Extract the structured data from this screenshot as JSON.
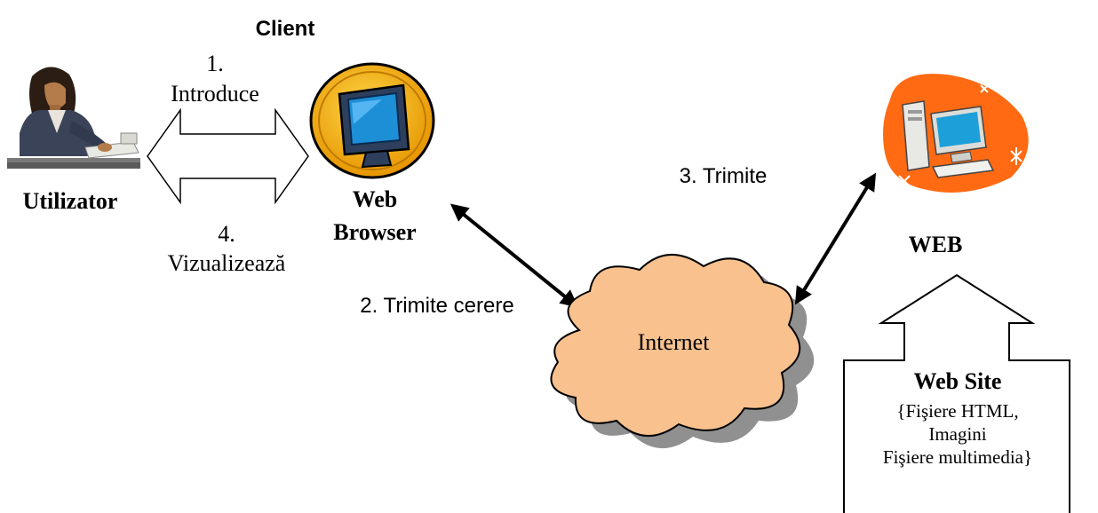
{
  "colors": {
    "cloud_fill": "#f8c18e",
    "cloud_shadow": "#909090",
    "browser_badge": "#f5b800",
    "monitor_screen": "#1d8fd6",
    "web_blob": "#ff6a13"
  },
  "header": {
    "title": "Client"
  },
  "user": {
    "label": "Utilizator",
    "icon": "woman-at-computer-icon"
  },
  "steps": {
    "introduce_number": "1.",
    "introduce_text": "Introduce",
    "view_number": "4.",
    "view_text": "Vizualizează",
    "send_request": "2. Trimite cerere",
    "send": "3. Trimite"
  },
  "browser": {
    "line1": "Web",
    "line2": "Browser",
    "icon": "web-browser-monitor-icon"
  },
  "internet": {
    "label": "Internet"
  },
  "web": {
    "label": "WEB",
    "icon": "desktop-computer-icon"
  },
  "website": {
    "title": "Web Site",
    "line1": "{Fişiere HTML,",
    "line2": "Imagini",
    "line3": "Fişiere multimedia}"
  }
}
